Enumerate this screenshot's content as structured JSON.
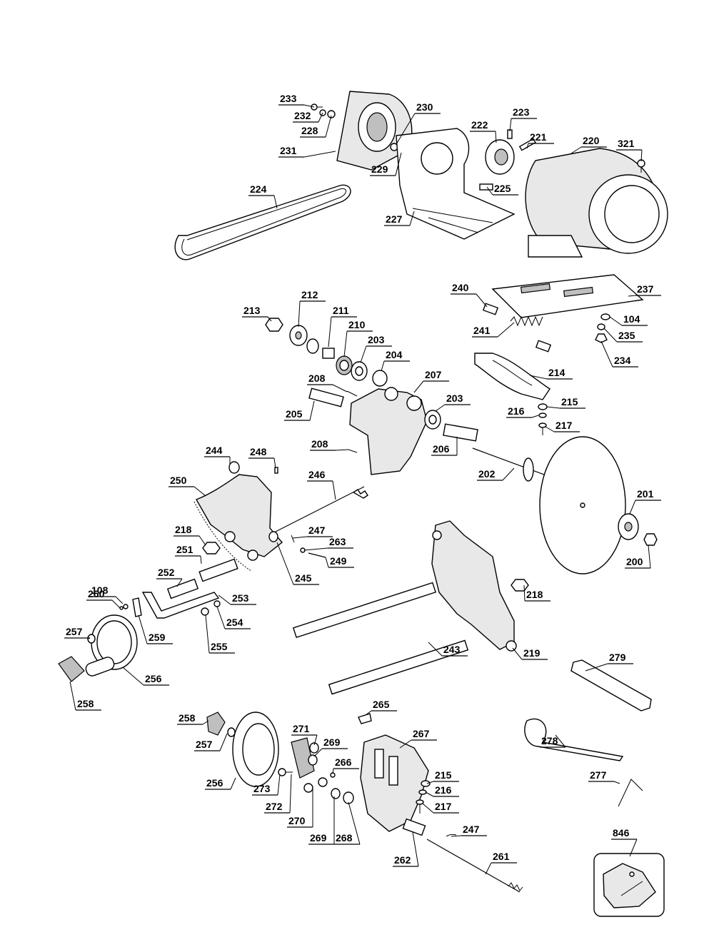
{
  "parts": [
    {
      "id": "p233",
      "label": "233"
    },
    {
      "id": "p232",
      "label": "232"
    },
    {
      "id": "p228",
      "label": "228"
    },
    {
      "id": "p230",
      "label": "230"
    },
    {
      "id": "p231",
      "label": "231"
    },
    {
      "id": "p229",
      "label": "229"
    },
    {
      "id": "p222",
      "label": "222"
    },
    {
      "id": "p223",
      "label": "223"
    },
    {
      "id": "p221",
      "label": "221"
    },
    {
      "id": "p220",
      "label": "220"
    },
    {
      "id": "p321",
      "label": "321"
    },
    {
      "id": "p224",
      "label": "224"
    },
    {
      "id": "p225",
      "label": "225"
    },
    {
      "id": "p227",
      "label": "227"
    },
    {
      "id": "p240",
      "label": "240"
    },
    {
      "id": "p237",
      "label": "237"
    },
    {
      "id": "p213",
      "label": "213"
    },
    {
      "id": "p212",
      "label": "212"
    },
    {
      "id": "p211",
      "label": "211"
    },
    {
      "id": "p210",
      "label": "210"
    },
    {
      "id": "p203a",
      "label": "203"
    },
    {
      "id": "p204",
      "label": "204"
    },
    {
      "id": "p104",
      "label": "104"
    },
    {
      "id": "p241",
      "label": "241"
    },
    {
      "id": "p235",
      "label": "235"
    },
    {
      "id": "p234",
      "label": "234"
    },
    {
      "id": "p208a",
      "label": "208"
    },
    {
      "id": "p207",
      "label": "207"
    },
    {
      "id": "p214",
      "label": "214"
    },
    {
      "id": "p203b",
      "label": "203"
    },
    {
      "id": "p215a",
      "label": "215"
    },
    {
      "id": "p205",
      "label": "205"
    },
    {
      "id": "p216a",
      "label": "216"
    },
    {
      "id": "p217a",
      "label": "217"
    },
    {
      "id": "p208b",
      "label": "208"
    },
    {
      "id": "p206",
      "label": "206"
    },
    {
      "id": "p244",
      "label": "244"
    },
    {
      "id": "p248",
      "label": "248"
    },
    {
      "id": "p202",
      "label": "202"
    },
    {
      "id": "p250",
      "label": "250"
    },
    {
      "id": "p246",
      "label": "246"
    },
    {
      "id": "p201",
      "label": "201"
    },
    {
      "id": "p218a",
      "label": "218"
    },
    {
      "id": "p247a",
      "label": "247"
    },
    {
      "id": "p263",
      "label": "263"
    },
    {
      "id": "p249",
      "label": "249"
    },
    {
      "id": "p251",
      "label": "251"
    },
    {
      "id": "p245",
      "label": "245"
    },
    {
      "id": "p200",
      "label": "200"
    },
    {
      "id": "p252",
      "label": "252"
    },
    {
      "id": "p108",
      "label": "108"
    },
    {
      "id": "p218b",
      "label": "218"
    },
    {
      "id": "p260",
      "label": "260"
    },
    {
      "id": "p253",
      "label": "253"
    },
    {
      "id": "p254",
      "label": "254"
    },
    {
      "id": "p257a",
      "label": "257"
    },
    {
      "id": "p259",
      "label": "259"
    },
    {
      "id": "p255",
      "label": "255"
    },
    {
      "id": "p243",
      "label": "243"
    },
    {
      "id": "p219",
      "label": "219"
    },
    {
      "id": "p279",
      "label": "279"
    },
    {
      "id": "p256a",
      "label": "256"
    },
    {
      "id": "p258a",
      "label": "258"
    },
    {
      "id": "p265",
      "label": "265"
    },
    {
      "id": "p258b",
      "label": "258"
    },
    {
      "id": "p271",
      "label": "271"
    },
    {
      "id": "p267",
      "label": "267"
    },
    {
      "id": "p257b",
      "label": "257"
    },
    {
      "id": "p269a",
      "label": "269"
    },
    {
      "id": "p278",
      "label": "278"
    },
    {
      "id": "p266",
      "label": "266"
    },
    {
      "id": "p215b",
      "label": "215"
    },
    {
      "id": "p256b",
      "label": "256"
    },
    {
      "id": "p273",
      "label": "273"
    },
    {
      "id": "p216b",
      "label": "216"
    },
    {
      "id": "p277",
      "label": "277"
    },
    {
      "id": "p272",
      "label": "272"
    },
    {
      "id": "p217b",
      "label": "217"
    },
    {
      "id": "p270",
      "label": "270"
    },
    {
      "id": "p247b",
      "label": "247"
    },
    {
      "id": "p269b",
      "label": "269"
    },
    {
      "id": "p268",
      "label": "268"
    },
    {
      "id": "p846",
      "label": "846"
    },
    {
      "id": "p262",
      "label": "262"
    },
    {
      "id": "p261",
      "label": "261"
    }
  ]
}
